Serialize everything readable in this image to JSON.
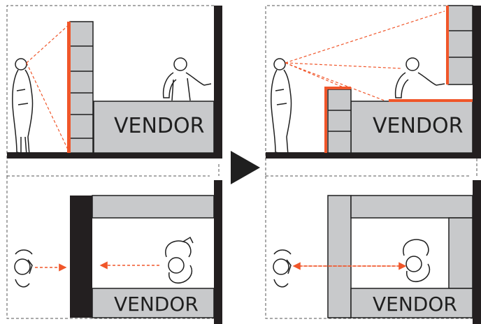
{
  "colors": {
    "shelf_fill": "#c8c9cb",
    "wall": "#231f20",
    "accent": "#f0562a",
    "outline": "#1f1f1f"
  },
  "panels": {
    "before_elevation": {
      "vendor_label": "VENDOR"
    },
    "after_elevation": {
      "vendor_label": "VENDOR"
    },
    "before_plan": {
      "vendor_label": "VENDOR"
    },
    "after_plan": {
      "vendor_label": "VENDOR"
    }
  },
  "transition_icon": "right-triangle-arrow-icon"
}
